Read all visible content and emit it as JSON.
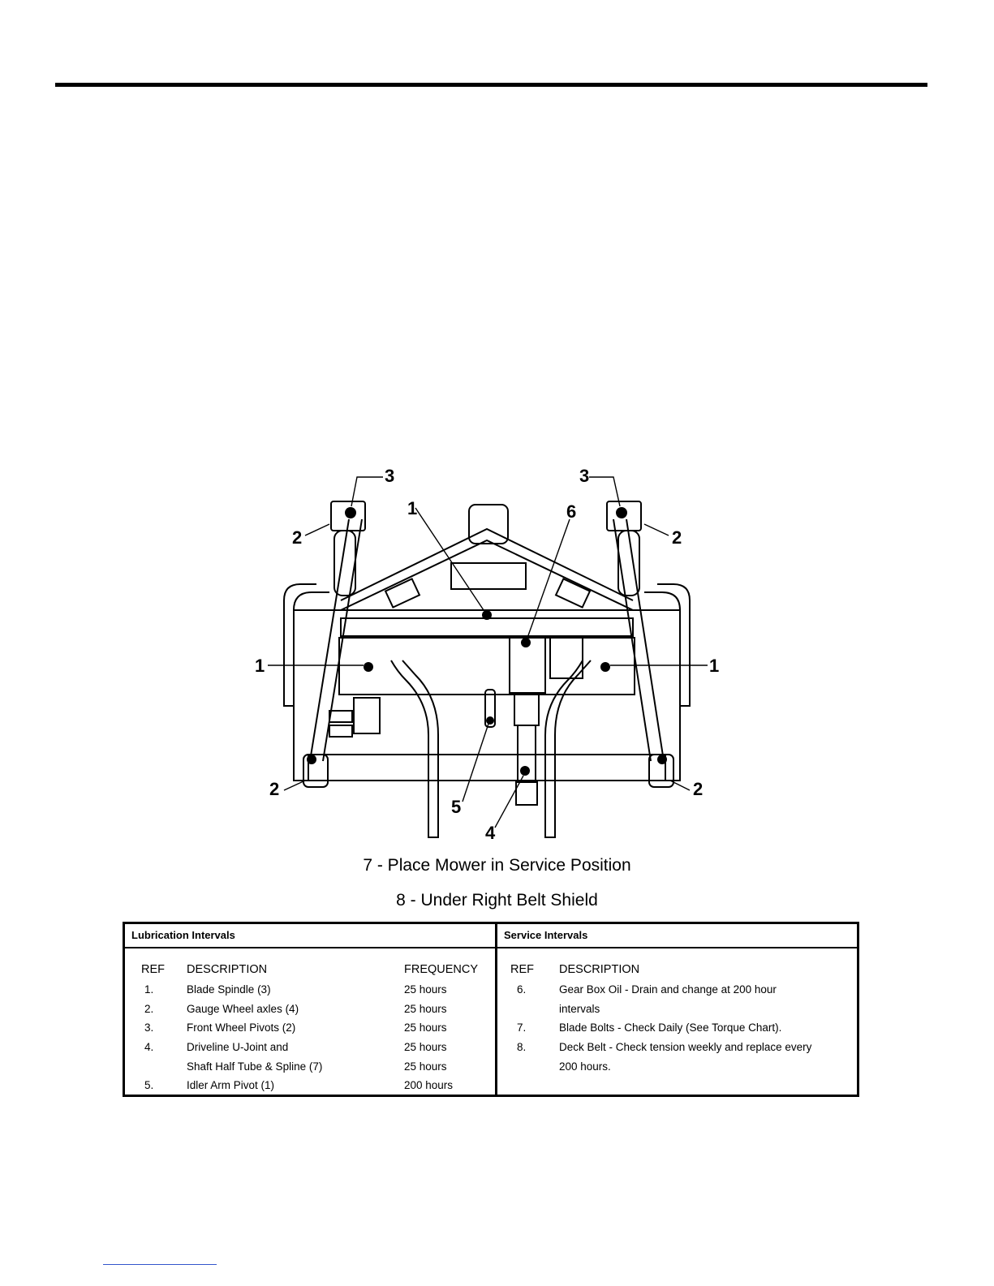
{
  "callouts": {
    "c1": "1",
    "c2": "2",
    "c3": "3",
    "c4": "4",
    "c5": "5",
    "c6": "6"
  },
  "captions": {
    "figure7": "7 - Place Mower in Service Position",
    "figure8": "8 - Under Right Belt Shield"
  },
  "lubrication": {
    "title": "Lubrication Intervals",
    "headers": {
      "ref": "REF",
      "description": "DESCRIPTION",
      "frequency": "FREQUENCY"
    },
    "rows": [
      {
        "ref": "1.",
        "description": "Blade Spindle (3)",
        "frequency": "25 hours"
      },
      {
        "ref": "2.",
        "description": "Gauge Wheel axles (4)",
        "frequency": "25 hours"
      },
      {
        "ref": "3.",
        "description": "Front Wheel Pivots (2)",
        "frequency": "25 hours"
      },
      {
        "ref": "4.",
        "description": "Driveline U-Joint and",
        "frequency": "25 hours"
      },
      {
        "ref": "",
        "description": "Shaft Half Tube & Spline (7)",
        "frequency": "25 hours"
      },
      {
        "ref": "5.",
        "description": "Idler Arm Pivot (1)",
        "frequency": "200 hours"
      }
    ]
  },
  "service": {
    "title": "Service Intervals",
    "headers": {
      "ref": "REF",
      "description": "DESCRIPTION"
    },
    "rows": [
      {
        "ref": "6.",
        "description": "Gear Box Oil - Drain and change at 200 hour"
      },
      {
        "ref": "",
        "description": "intervals"
      },
      {
        "ref": "7.",
        "description": "Blade Bolts - Check Daily (See Torque Chart)."
      },
      {
        "ref": "8.",
        "description": "Deck Belt - Check tension weekly and replace every"
      },
      {
        "ref": "",
        "description": "200 hours."
      }
    ]
  }
}
